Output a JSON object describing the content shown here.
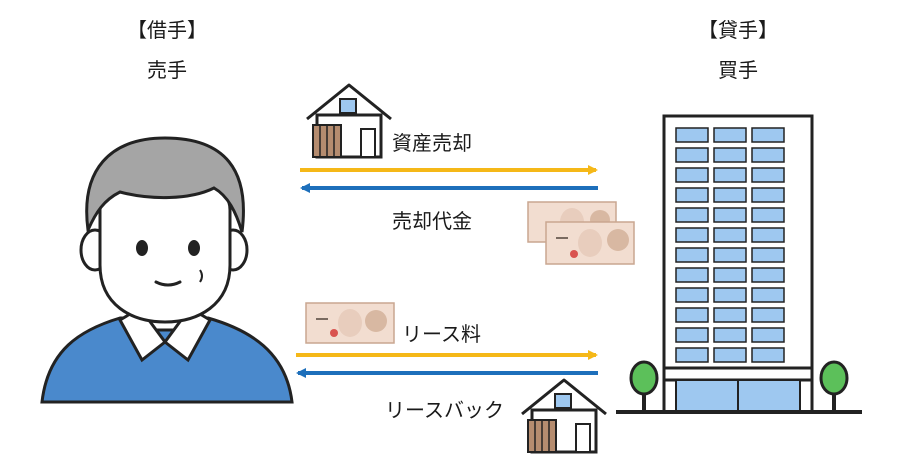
{
  "borrower": {
    "role": "【借手】",
    "sub": "売手"
  },
  "lender": {
    "role": "【貸手】",
    "sub": "買手"
  },
  "flows": {
    "asset_sale": "資産売却",
    "sale_proceeds": "売却代金",
    "lease_fee": "リース料",
    "leaseback": "リースバック"
  },
  "colors": {
    "arrow_to_lender": "#f5b818",
    "arrow_to_borrower": "#1d6fbb",
    "shirt": "#4a89cc",
    "building_glass": "#9ec8f0"
  },
  "icons": [
    "person-icon",
    "office-building-icon",
    "house-icon",
    "banknote-icon",
    "tree-icon"
  ]
}
